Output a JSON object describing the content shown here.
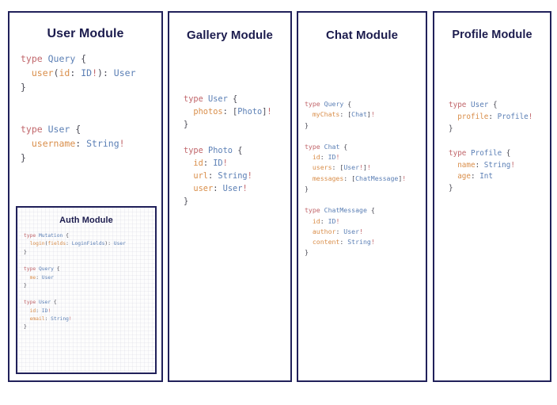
{
  "palette": {
    "card_border": "#21215a",
    "title_color": "#1b1b4d",
    "background": "#ffffff",
    "keyword": "#c1666b",
    "type_name": "#5b7fb5",
    "field_name": "#d98e4a",
    "punctuation": "#4a4a55",
    "non_null_marker": "#c1666b"
  },
  "cards": [
    {
      "id": "user",
      "title": "User Module",
      "blocks": [
        {
          "lines": [
            [
              {
                "t": "type ",
                "c": "kw"
              },
              {
                "t": "Query",
                "c": "name"
              },
              {
                "t": " {",
                "c": "pun"
              }
            ],
            [
              {
                "t": "  ",
                "c": "pun"
              },
              {
                "t": "user",
                "c": "fld"
              },
              {
                "t": "(",
                "c": "pun"
              },
              {
                "t": "id",
                "c": "fld"
              },
              {
                "t": ": ",
                "c": "pun"
              },
              {
                "t": "ID",
                "c": "name"
              },
              {
                "t": "!",
                "c": "bang"
              },
              {
                "t": "): ",
                "c": "pun"
              },
              {
                "t": "User",
                "c": "name"
              }
            ],
            [
              {
                "t": "}",
                "c": "pun"
              }
            ]
          ]
        },
        {
          "lines": [
            [
              {
                "t": "type ",
                "c": "kw"
              },
              {
                "t": "User",
                "c": "name"
              },
              {
                "t": " {",
                "c": "pun"
              }
            ],
            [
              {
                "t": "  ",
                "c": "pun"
              },
              {
                "t": "username",
                "c": "fld"
              },
              {
                "t": ": ",
                "c": "pun"
              },
              {
                "t": "String",
                "c": "name"
              },
              {
                "t": "!",
                "c": "bang"
              }
            ],
            [
              {
                "t": "}",
                "c": "pun"
              }
            ]
          ]
        }
      ]
    },
    {
      "id": "auth",
      "title": "Auth Module",
      "blocks": [
        {
          "lines": [
            [
              {
                "t": "type ",
                "c": "kw"
              },
              {
                "t": "Mutation",
                "c": "name"
              },
              {
                "t": " {",
                "c": "pun"
              }
            ],
            [
              {
                "t": "  ",
                "c": "pun"
              },
              {
                "t": "login",
                "c": "fld"
              },
              {
                "t": "(",
                "c": "pun"
              },
              {
                "t": "fields",
                "c": "fld"
              },
              {
                "t": ": ",
                "c": "pun"
              },
              {
                "t": "LoginFields",
                "c": "name"
              },
              {
                "t": "): ",
                "c": "pun"
              },
              {
                "t": "User",
                "c": "name"
              }
            ],
            [
              {
                "t": "}",
                "c": "pun"
              }
            ]
          ]
        },
        {
          "lines": [
            [
              {
                "t": "type ",
                "c": "kw"
              },
              {
                "t": "Query",
                "c": "name"
              },
              {
                "t": " {",
                "c": "pun"
              }
            ],
            [
              {
                "t": "  ",
                "c": "pun"
              },
              {
                "t": "me",
                "c": "fld"
              },
              {
                "t": ": ",
                "c": "pun"
              },
              {
                "t": "User",
                "c": "name"
              }
            ],
            [
              {
                "t": "}",
                "c": "pun"
              }
            ]
          ]
        },
        {
          "lines": [
            [
              {
                "t": "type ",
                "c": "kw"
              },
              {
                "t": "User",
                "c": "name"
              },
              {
                "t": " {",
                "c": "pun"
              }
            ],
            [
              {
                "t": "  ",
                "c": "pun"
              },
              {
                "t": "id",
                "c": "fld"
              },
              {
                "t": ": ",
                "c": "pun"
              },
              {
                "t": "ID",
                "c": "name"
              },
              {
                "t": "!",
                "c": "bang"
              }
            ],
            [
              {
                "t": "  ",
                "c": "pun"
              },
              {
                "t": "email",
                "c": "fld"
              },
              {
                "t": ": ",
                "c": "pun"
              },
              {
                "t": "String",
                "c": "name"
              },
              {
                "t": "!",
                "c": "bang"
              }
            ],
            [
              {
                "t": "}",
                "c": "pun"
              }
            ]
          ]
        }
      ]
    },
    {
      "id": "gallery",
      "title": "Gallery Module",
      "blocks": [
        {
          "lines": [
            [
              {
                "t": "type ",
                "c": "kw"
              },
              {
                "t": "User",
                "c": "name"
              },
              {
                "t": " {",
                "c": "pun"
              }
            ],
            [
              {
                "t": "  ",
                "c": "pun"
              },
              {
                "t": "photos",
                "c": "fld"
              },
              {
                "t": ": [",
                "c": "pun"
              },
              {
                "t": "Photo",
                "c": "name"
              },
              {
                "t": "]",
                "c": "pun"
              },
              {
                "t": "!",
                "c": "bang"
              }
            ],
            [
              {
                "t": "}",
                "c": "pun"
              }
            ]
          ]
        },
        {
          "lines": [
            [
              {
                "t": "type ",
                "c": "kw"
              },
              {
                "t": "Photo",
                "c": "name"
              },
              {
                "t": " {",
                "c": "pun"
              }
            ],
            [
              {
                "t": "  ",
                "c": "pun"
              },
              {
                "t": "id",
                "c": "fld"
              },
              {
                "t": ": ",
                "c": "pun"
              },
              {
                "t": "ID",
                "c": "name"
              },
              {
                "t": "!",
                "c": "bang"
              }
            ],
            [
              {
                "t": "  ",
                "c": "pun"
              },
              {
                "t": "url",
                "c": "fld"
              },
              {
                "t": ": ",
                "c": "pun"
              },
              {
                "t": "String",
                "c": "name"
              },
              {
                "t": "!",
                "c": "bang"
              }
            ],
            [
              {
                "t": "  ",
                "c": "pun"
              },
              {
                "t": "user",
                "c": "fld"
              },
              {
                "t": ": ",
                "c": "pun"
              },
              {
                "t": "User",
                "c": "name"
              },
              {
                "t": "!",
                "c": "bang"
              }
            ],
            [
              {
                "t": "}",
                "c": "pun"
              }
            ]
          ]
        }
      ]
    },
    {
      "id": "chat",
      "title": "Chat Module",
      "blocks": [
        {
          "lines": [
            [
              {
                "t": "type ",
                "c": "kw"
              },
              {
                "t": "Query",
                "c": "name"
              },
              {
                "t": " {",
                "c": "pun"
              }
            ],
            [
              {
                "t": "  ",
                "c": "pun"
              },
              {
                "t": "myChats",
                "c": "fld"
              },
              {
                "t": ": [",
                "c": "pun"
              },
              {
                "t": "Chat",
                "c": "name"
              },
              {
                "t": "]",
                "c": "pun"
              },
              {
                "t": "!",
                "c": "bang"
              }
            ],
            [
              {
                "t": "}",
                "c": "pun"
              }
            ]
          ]
        },
        {
          "lines": [
            [
              {
                "t": "type ",
                "c": "kw"
              },
              {
                "t": "Chat",
                "c": "name"
              },
              {
                "t": " {",
                "c": "pun"
              }
            ],
            [
              {
                "t": "  ",
                "c": "pun"
              },
              {
                "t": "id",
                "c": "fld"
              },
              {
                "t": ": ",
                "c": "pun"
              },
              {
                "t": "ID",
                "c": "name"
              },
              {
                "t": "!",
                "c": "bang"
              }
            ],
            [
              {
                "t": "  ",
                "c": "pun"
              },
              {
                "t": "users",
                "c": "fld"
              },
              {
                "t": ": [",
                "c": "pun"
              },
              {
                "t": "User",
                "c": "name"
              },
              {
                "t": "!",
                "c": "bang"
              },
              {
                "t": "]",
                "c": "pun"
              },
              {
                "t": "!",
                "c": "bang"
              }
            ],
            [
              {
                "t": "  ",
                "c": "pun"
              },
              {
                "t": "messages",
                "c": "fld"
              },
              {
                "t": ": [",
                "c": "pun"
              },
              {
                "t": "ChatMessage",
                "c": "name"
              },
              {
                "t": "]",
                "c": "pun"
              },
              {
                "t": "!",
                "c": "bang"
              }
            ],
            [
              {
                "t": "}",
                "c": "pun"
              }
            ]
          ]
        },
        {
          "lines": [
            [
              {
                "t": "type ",
                "c": "kw"
              },
              {
                "t": "ChatMessage",
                "c": "name"
              },
              {
                "t": " {",
                "c": "pun"
              }
            ],
            [
              {
                "t": "  ",
                "c": "pun"
              },
              {
                "t": "id",
                "c": "fld"
              },
              {
                "t": ": ",
                "c": "pun"
              },
              {
                "t": "ID",
                "c": "name"
              },
              {
                "t": "!",
                "c": "bang"
              }
            ],
            [
              {
                "t": "  ",
                "c": "pun"
              },
              {
                "t": "author",
                "c": "fld"
              },
              {
                "t": ": ",
                "c": "pun"
              },
              {
                "t": "User",
                "c": "name"
              },
              {
                "t": "!",
                "c": "bang"
              }
            ],
            [
              {
                "t": "  ",
                "c": "pun"
              },
              {
                "t": "content",
                "c": "fld"
              },
              {
                "t": ": ",
                "c": "pun"
              },
              {
                "t": "String",
                "c": "name"
              },
              {
                "t": "!",
                "c": "bang"
              }
            ],
            [
              {
                "t": "}",
                "c": "pun"
              }
            ]
          ]
        }
      ]
    },
    {
      "id": "profile",
      "title": "Profile Module",
      "blocks": [
        {
          "lines": [
            [
              {
                "t": "type ",
                "c": "kw"
              },
              {
                "t": "User",
                "c": "name"
              },
              {
                "t": " {",
                "c": "pun"
              }
            ],
            [
              {
                "t": "  ",
                "c": "pun"
              },
              {
                "t": "profile",
                "c": "fld"
              },
              {
                "t": ": ",
                "c": "pun"
              },
              {
                "t": "Profile",
                "c": "name"
              },
              {
                "t": "!",
                "c": "bang"
              }
            ],
            [
              {
                "t": "}",
                "c": "pun"
              }
            ]
          ]
        },
        {
          "lines": [
            [
              {
                "t": "type ",
                "c": "kw"
              },
              {
                "t": "Profile",
                "c": "name"
              },
              {
                "t": " {",
                "c": "pun"
              }
            ],
            [
              {
                "t": "  ",
                "c": "pun"
              },
              {
                "t": "name",
                "c": "fld"
              },
              {
                "t": ": ",
                "c": "pun"
              },
              {
                "t": "String",
                "c": "name"
              },
              {
                "t": "!",
                "c": "bang"
              }
            ],
            [
              {
                "t": "  ",
                "c": "pun"
              },
              {
                "t": "age",
                "c": "fld"
              },
              {
                "t": ": ",
                "c": "pun"
              },
              {
                "t": "Int",
                "c": "name"
              }
            ],
            [
              {
                "t": "}",
                "c": "pun"
              }
            ]
          ]
        }
      ]
    }
  ]
}
